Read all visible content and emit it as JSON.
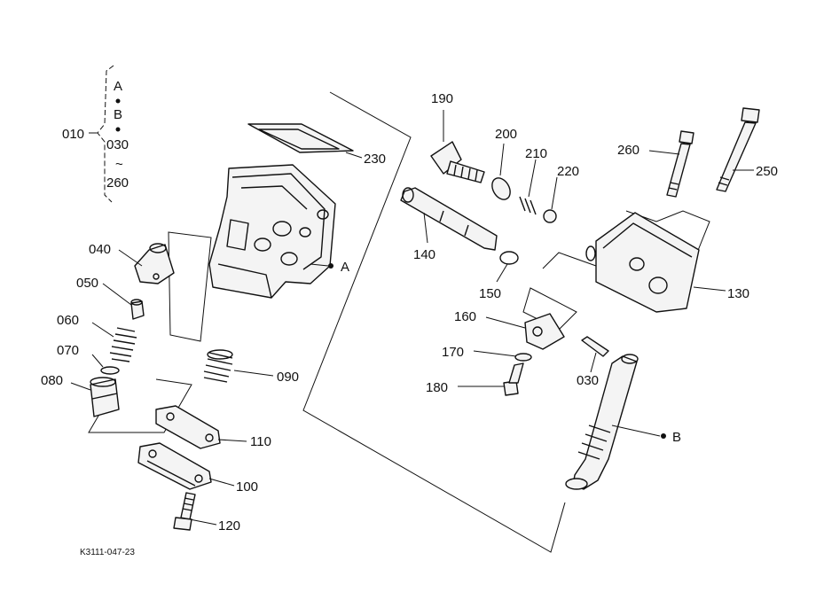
{
  "legend": {
    "prefix": "010",
    "lines": [
      "A",
      "B",
      "030",
      "~",
      "260"
    ]
  },
  "callouts": {
    "p010": "010",
    "p030": "030",
    "p040": "040",
    "p050": "050",
    "p060": "060",
    "p070": "070",
    "p080": "080",
    "p090": "090",
    "p100": "100",
    "p110": "110",
    "p120": "120",
    "p130": "130",
    "p140": "140",
    "p150": "150",
    "p160": "160",
    "p170": "170",
    "p180": "180",
    "p190": "190",
    "p200": "200",
    "p210": "210",
    "p220": "220",
    "p230": "230",
    "p250": "250",
    "p260": "260"
  },
  "refs": {
    "a": "A",
    "b": "B"
  },
  "drawing_code": "K3111-047-23"
}
